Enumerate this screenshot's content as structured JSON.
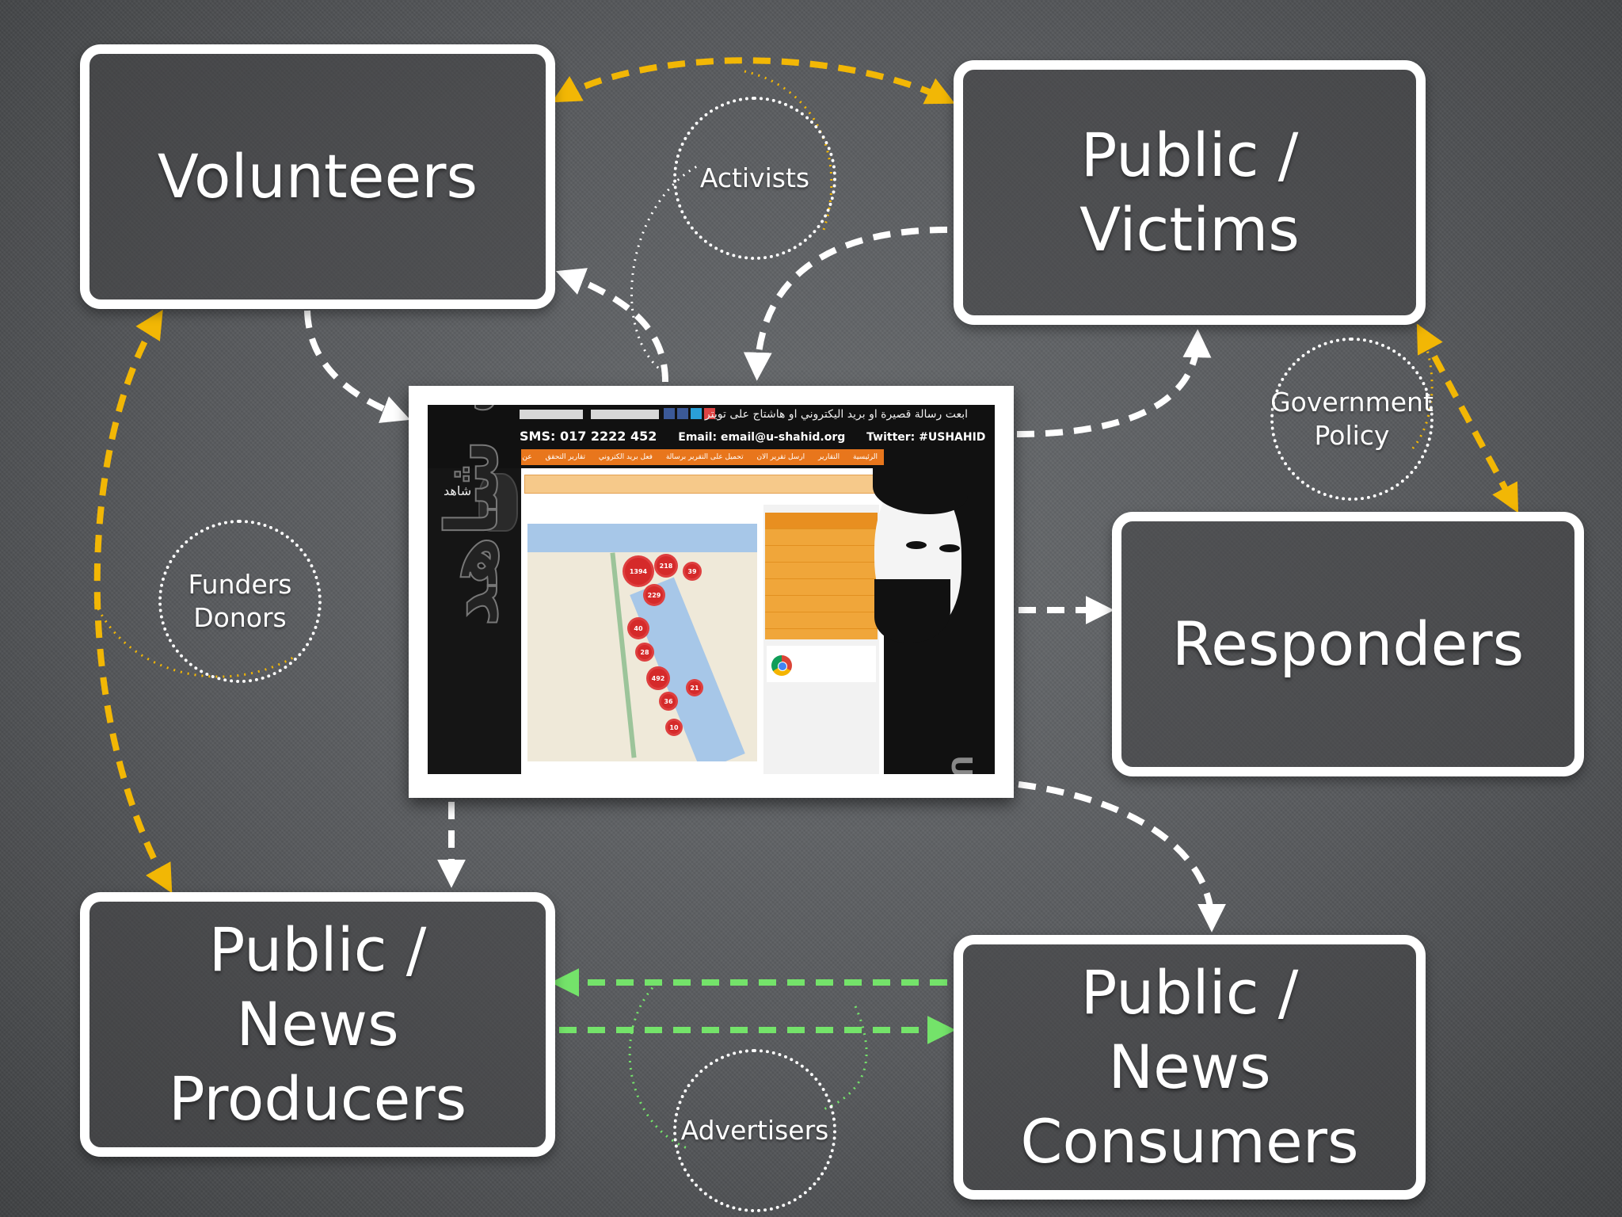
{
  "nodes": {
    "volunteers": "Volunteers",
    "victims": [
      "Public /",
      "Victims"
    ],
    "responders": "Responders",
    "producers": [
      "Public /",
      "News",
      "Producers"
    ],
    "consumers": [
      "Public /",
      "News",
      "Consumers"
    ]
  },
  "influences": {
    "activists": "Activists",
    "funders": [
      "Funders",
      "Donors"
    ],
    "government": [
      "Government",
      "Policy"
    ],
    "advertisers": "Advertisers"
  },
  "screenshot": {
    "headline": "ابعت رسالة قصيرة او بريد اليكتروني او هاشتاج على تويتر",
    "sms": "SMS: 017 2222 452",
    "email": "Email: email@u-shahid.org",
    "twitter": "Twitter: #USHAHID",
    "nav_items": [
      "الرئيسية",
      "التقارير",
      "ارسل تقرير الان",
      "تحميل على التقرير برسالة",
      "فعل بريد الكتروني",
      "تقارير التحقق",
      "عن نحن"
    ],
    "logo": "انت شاهد",
    "vertical_text": "انت شاهد",
    "brand_vertical": "U-Shahid",
    "clusters": [
      "1394",
      "218",
      "39",
      "229",
      "40",
      "28",
      "492",
      "36",
      "21",
      "10"
    ]
  },
  "colors": {
    "yellow_link": "#f2b705",
    "green_link": "#74e36a",
    "white_link": "#ffffff"
  }
}
